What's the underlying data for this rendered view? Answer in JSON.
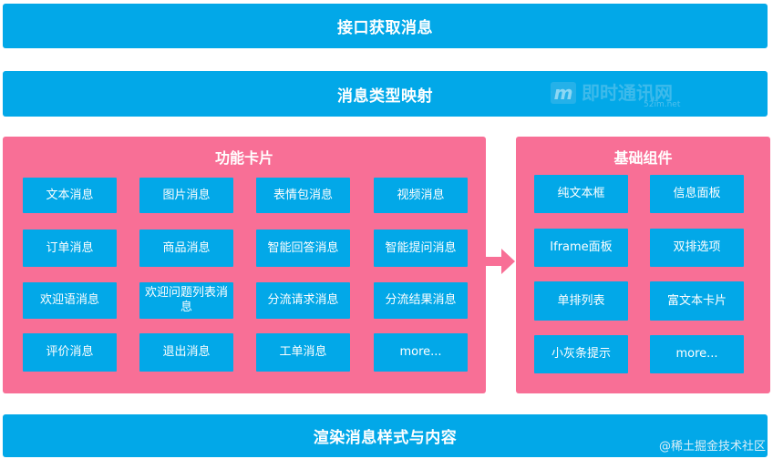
{
  "top_bar": "接口获取消息",
  "mid_bar": "消息类型映射",
  "bottom_bar": "渲染消息样式与内容",
  "left_panel": {
    "title": "功能卡片",
    "items": [
      "文本消息",
      "图片消息",
      "表情包消息",
      "视频消息",
      "订单消息",
      "商品消息",
      "智能回答消息",
      "智能提问消息",
      "欢迎语消息",
      "欢迎问题列表消息",
      "分流请求消息",
      "分流结果消息",
      "评价消息",
      "退出消息",
      "工单消息",
      "more..."
    ]
  },
  "right_panel": {
    "title": "基础组件",
    "items": [
      "纯文本框",
      "信息面板",
      "Iframe面板",
      "双排选项",
      "单排列表",
      "富文本卡片",
      "小灰条提示",
      "more..."
    ]
  },
  "watermark": {
    "logo": "m",
    "text": "即时通讯网",
    "sub": "52im.net"
  },
  "credit": "@稀土掘金技术社区",
  "colors": {
    "blue": "#02a8e8",
    "pink": "#f86f96"
  }
}
